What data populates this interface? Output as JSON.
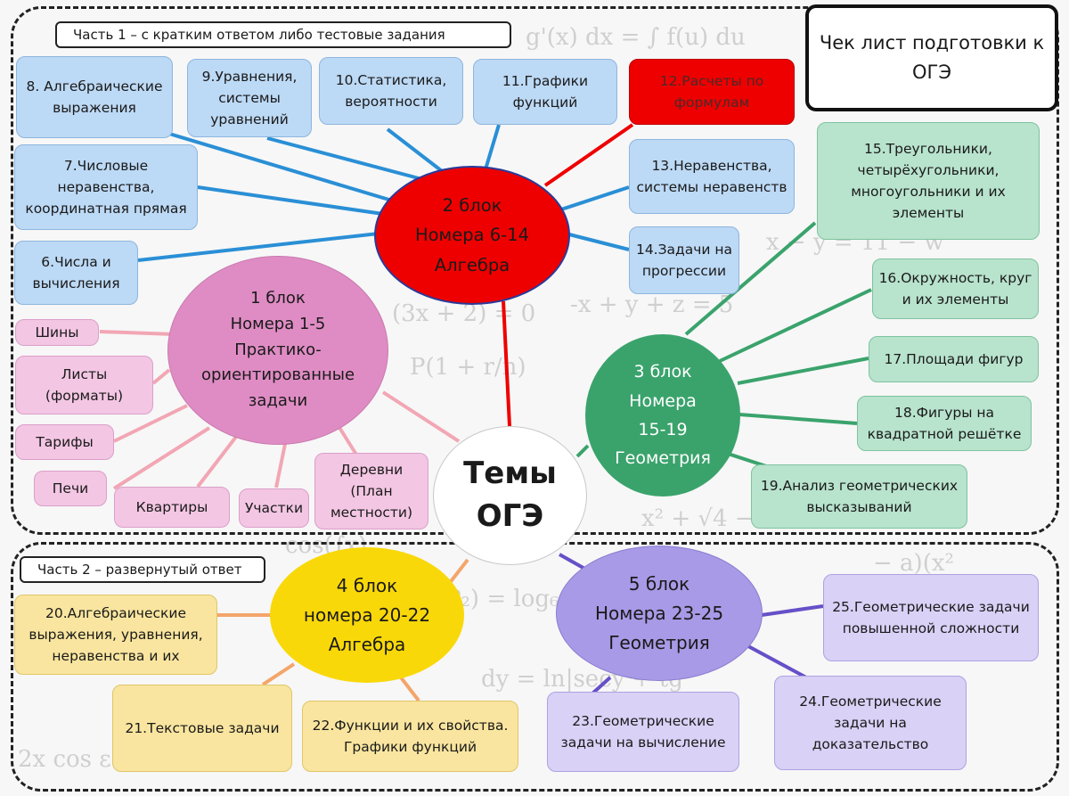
{
  "title": "Чек лист подготовки к\nОГЭ",
  "parts": {
    "part1": "Часть 1 – с кратким ответом либо тестовые задания",
    "part2": "Часть 2 – развернутый ответ"
  },
  "center": "Темы\nОГЭ",
  "blocks": {
    "b1": "1 блок\nНомера 1-5\nПрактико-\nориентированные\nзадачи",
    "b2": "2 блок\nНомера 6-14\nАлгебра",
    "b3": "3 блок\nНомера\n15-19\nГеометрия",
    "b4": "4 блок\nномера 20-22\nАлгебра",
    "b5": "5 блок\nНомера 23-25\nГеометрия"
  },
  "topics": {
    "t6": "6.Числа и\nвычисления",
    "t7": "7.Числовые\nнеравенства,\nкоординатная прямая",
    "t8": "8.  Алгебраические\nвыражения",
    "t9": "9.Уравнения,\nсистемы\nуравнений",
    "t10": "10.Статистика,\nвероятности",
    "t11": "11.Графики\nфункций",
    "t12": "12.Расчеты по\nформулам",
    "t13": "13.Неравенства,\nсистемы неравенств",
    "t14": "14.Задачи на\nпрогрессии",
    "t15": "15.Треугольники,\nчетырёхугольники,\nмногоугольники и их\nэлементы",
    "t16": "16.Окружность, круг\nи их элементы",
    "t17": "17.Площади фигур",
    "t18": "18.Фигуры на\nквадратной решётке",
    "t19": "19.Анализ геометрических\nвысказываний",
    "t20": "20.Алгебраические\nвыражения, уравнения,\nнеравенства и их",
    "t21": "21.Текстовые задачи",
    "t22": "22.Функции и их свойства.\nГрафики функций",
    "t23": "23.Геометрические\nзадачи на вычисление",
    "t24": "24.Геометрические\nзадачи на\nдоказательство",
    "t25": "25.Геометрические задачи\nповышенной сложности"
  },
  "practical": {
    "p1": "Шины",
    "p2": "Листы (форматы)",
    "p3": "Тарифы",
    "p4": "Печи",
    "p5": "Квартиры",
    "p6": "Участки",
    "p7": "Деревни\n(План\nместности)"
  },
  "colors": {
    "red": "#ee0000",
    "blue_line": "#2a8fd6",
    "pink_line": "#f2a6b4",
    "green_line": "#3aa36c",
    "orange_line": "#f4a56a",
    "purple_line": "#6650c8"
  }
}
